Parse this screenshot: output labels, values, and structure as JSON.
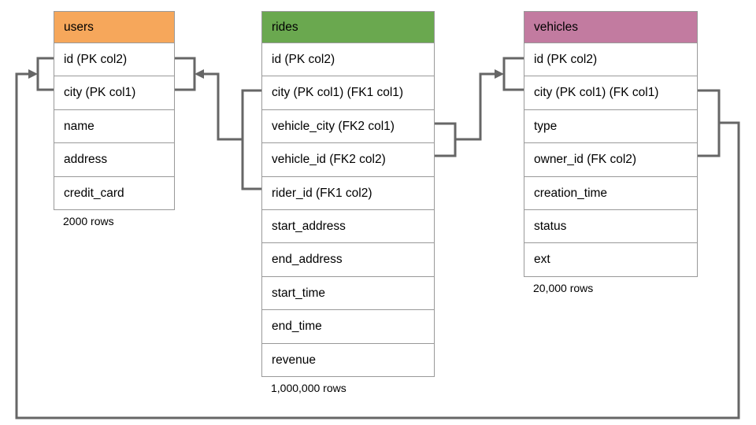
{
  "diagram": {
    "connector_color": "#666666",
    "tables": [
      {
        "name": "users",
        "header_color": "#f6a75b",
        "columns": [
          "id (PK col2)",
          "city (PK col1)",
          "name",
          "address",
          "credit_card"
        ],
        "caption": "2000 rows"
      },
      {
        "name": "rides",
        "header_color": "#6aa84f",
        "columns": [
          "id (PK col2)",
          "city (PK col1) (FK1 col1)",
          "vehicle_city (FK2 col1)",
          "vehicle_id (FK2 col2)",
          "rider_id (FK1 col2)",
          "start_address",
          "end_address",
          "start_time",
          "end_time",
          "revenue"
        ],
        "caption": "1,000,000 rows"
      },
      {
        "name": "vehicles",
        "header_color": "#c27ba0",
        "columns": [
          "id (PK col2)",
          "city (PK col1) (FK col1)",
          "type",
          "owner_id (FK col2)",
          "creation_time",
          "status",
          "ext"
        ],
        "caption": "20,000 rows"
      }
    ],
    "relationships": [
      {
        "label": "FK1",
        "from": "rides (city, rider_id)",
        "to": "users (city, id) PK",
        "arrow_points_to": "users"
      },
      {
        "label": "FK2",
        "from": "rides (vehicle_city, vehicle_id)",
        "to": "vehicles (city, id) PK",
        "arrow_points_to": "vehicles"
      },
      {
        "label": "FK",
        "from": "vehicles (city, owner_id)",
        "to": "users (city, id) PK",
        "arrow_points_to": "users"
      }
    ]
  }
}
